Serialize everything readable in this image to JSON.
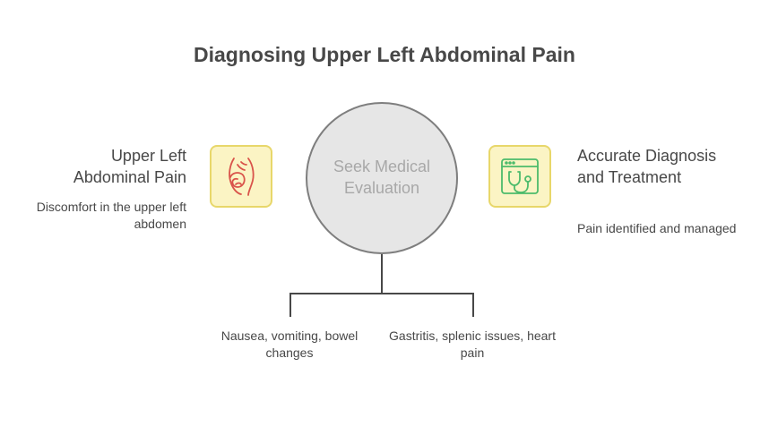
{
  "title": "Diagnosing Upper Left Abdominal Pain",
  "left": {
    "title": "Upper Left Abdominal Pain",
    "description": "Discomfort in the upper left abdomen",
    "icon": "abdomen-icon"
  },
  "center": {
    "label": "Seek Medical Evaluation"
  },
  "right": {
    "title": "Accurate Diagnosis and Treatment",
    "description": "Pain identified and managed",
    "icon": "stethoscope-monitor-icon"
  },
  "branches": [
    {
      "label": "Nausea, vomiting, bowel changes"
    },
    {
      "label": "Gastritis, splenic issues, heart pain"
    }
  ],
  "colors": {
    "icon_box_fill": "#fbf4c4",
    "icon_box_border": "#e8d76a",
    "abdomen_icon": "#d9534a",
    "stethoscope_icon": "#4cbb6b",
    "circle_fill": "#e6e6e6",
    "circle_border": "#7e7e7e",
    "text": "#484848"
  }
}
